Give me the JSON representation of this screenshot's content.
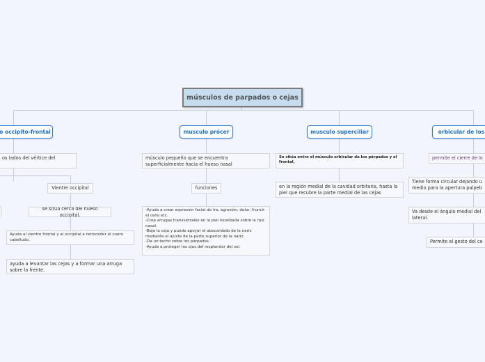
{
  "root": {
    "label": "músculos de parpados o cejas"
  },
  "branches": {
    "occipito": {
      "label": "o occipito-frontal",
      "desc": "os lados del vértice del",
      "vientre": "Vientre occipital",
      "situa": "se sitúa cerca del hueso occipital.",
      "ayuda1": "Ayuda al vientre frontal y al occipital a retroceder el cuero cabelludo.",
      "ayuda2": "ayuda a levantar las cejas y a formar una arruga sobre la frente."
    },
    "procer": {
      "label": "musculo prócer",
      "desc": "músculo pequeño que se encuentra superficialmente hacia el hueso nasal",
      "funciones": "funciones",
      "funciones_text": "-Ayuda a crear expresión facial de ira, agresión, dolor, fruncir el ceño etc.\n-Crea arrugas transversales en la piel localizada sobre la raíz nasal.\n-Baja la ceja y puede apoyar el abocardado de la nariz mediante el ajuste de la parte superior de la nariz.\n-Da un techo sobre los párpados.\n-Ayuda a proteger los ojos del resplandor del sol."
    },
    "superciliar": {
      "label": "musculo superciliar",
      "desc": "Se sitúa entre el músculo orbicular de los párpados y el frontal,",
      "region": "en la región medial de la cavidad orbitaria, hasta la piel que recubre la parte medial de las cejas"
    },
    "orbicular": {
      "label": "orbicular de los p",
      "permite": "permite el cierre de lo",
      "forma": "Tiene forma circular dejando u\nmedio para la apertura palpeb",
      "va": "Va desde el ángulo medial del\nlateral.",
      "gesto": "Permite el gesto del ce"
    }
  },
  "colors": {
    "background": "#f2f5fd",
    "root_fill": "#c6ddf0",
    "accent": "#1d6fd6",
    "purple_text": "#6b3a7a"
  }
}
